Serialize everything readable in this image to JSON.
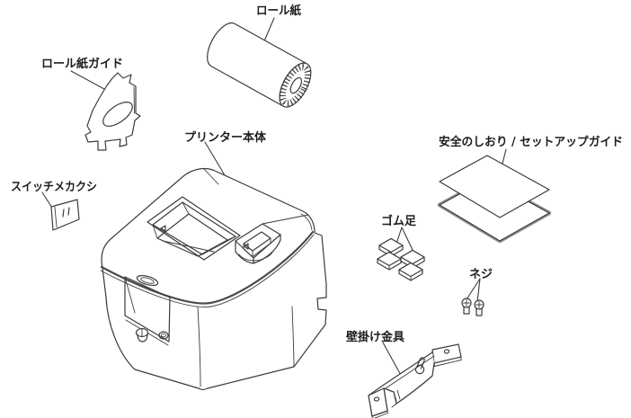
{
  "diagram": {
    "background_color": "#ffffff",
    "line_color": "#3b3b3b",
    "sheet_edge_color": "#8f8f8f",
    "label_color": "#1c1c1c",
    "labels": {
      "roll_paper": "ロール紙",
      "roll_paper_guide": "ロール紙ガイド",
      "printer_body": "プリンター本体",
      "switch_cover": "スイッチメカクシ",
      "safety_setup_guide": "安全のしおり / セットアップガイド",
      "rubber_feet": "ゴム足",
      "screws": "ネジ",
      "wall_mount_bracket": "壁掛け金具"
    }
  }
}
